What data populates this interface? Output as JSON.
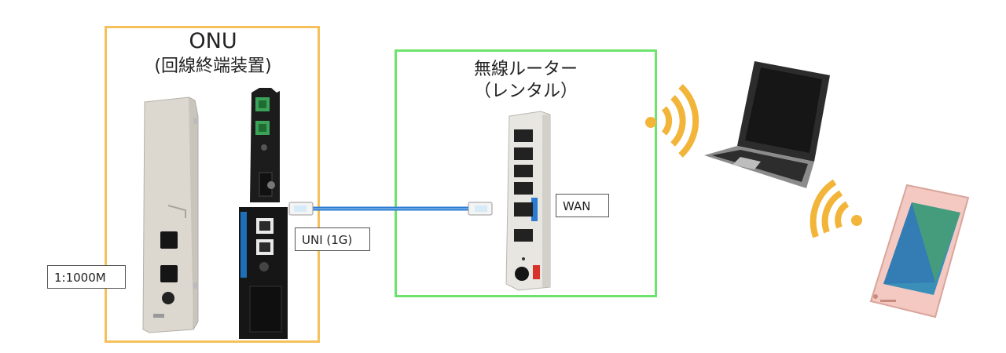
{
  "onu": {
    "title": "ONU",
    "subtitle": "(回線終端装置)",
    "port_label": "1:1000M"
  },
  "cable": {
    "label": "UNI (1G)"
  },
  "router": {
    "title": "無線ルーター",
    "subtitle": "（レンタル）",
    "port_label": "WAN"
  },
  "colors": {
    "onu_frame": "#f6c15a",
    "router_frame": "#6ee36c",
    "wifi": "#f2b53a",
    "cable": "#2b7bd3"
  },
  "icons": [
    "onu-device-icon",
    "router-device-icon",
    "ethernet-plug-icon",
    "wifi-signal-icon",
    "laptop-icon",
    "smartphone-icon"
  ]
}
